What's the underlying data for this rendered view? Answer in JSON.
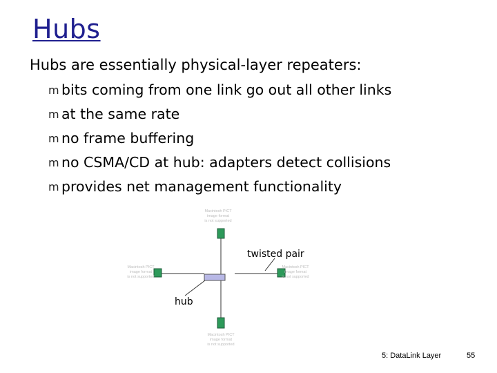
{
  "slide": {
    "title": "Hubs",
    "intro": "Hubs are essentially physical-layer repeaters:",
    "bullets": [
      "bits coming from one link go out all other links",
      "at the same rate",
      "no frame buffering",
      "no CSMA/CD at hub: adapters detect collisions",
      "provides net management functionality"
    ],
    "bullet_icon": "m-bullet-icon"
  },
  "diagram": {
    "hub_label": "hub",
    "cable_label": "twisted pair",
    "placeholder_lines": [
      "Macintosh PICT",
      "image format",
      "is not supported"
    ],
    "colors": {
      "host": "#2d9a5a",
      "hub": "#b8b8e6",
      "hub_stroke": "#555"
    }
  },
  "footer": {
    "chapter": "5: DataLink Layer",
    "page": "55"
  }
}
